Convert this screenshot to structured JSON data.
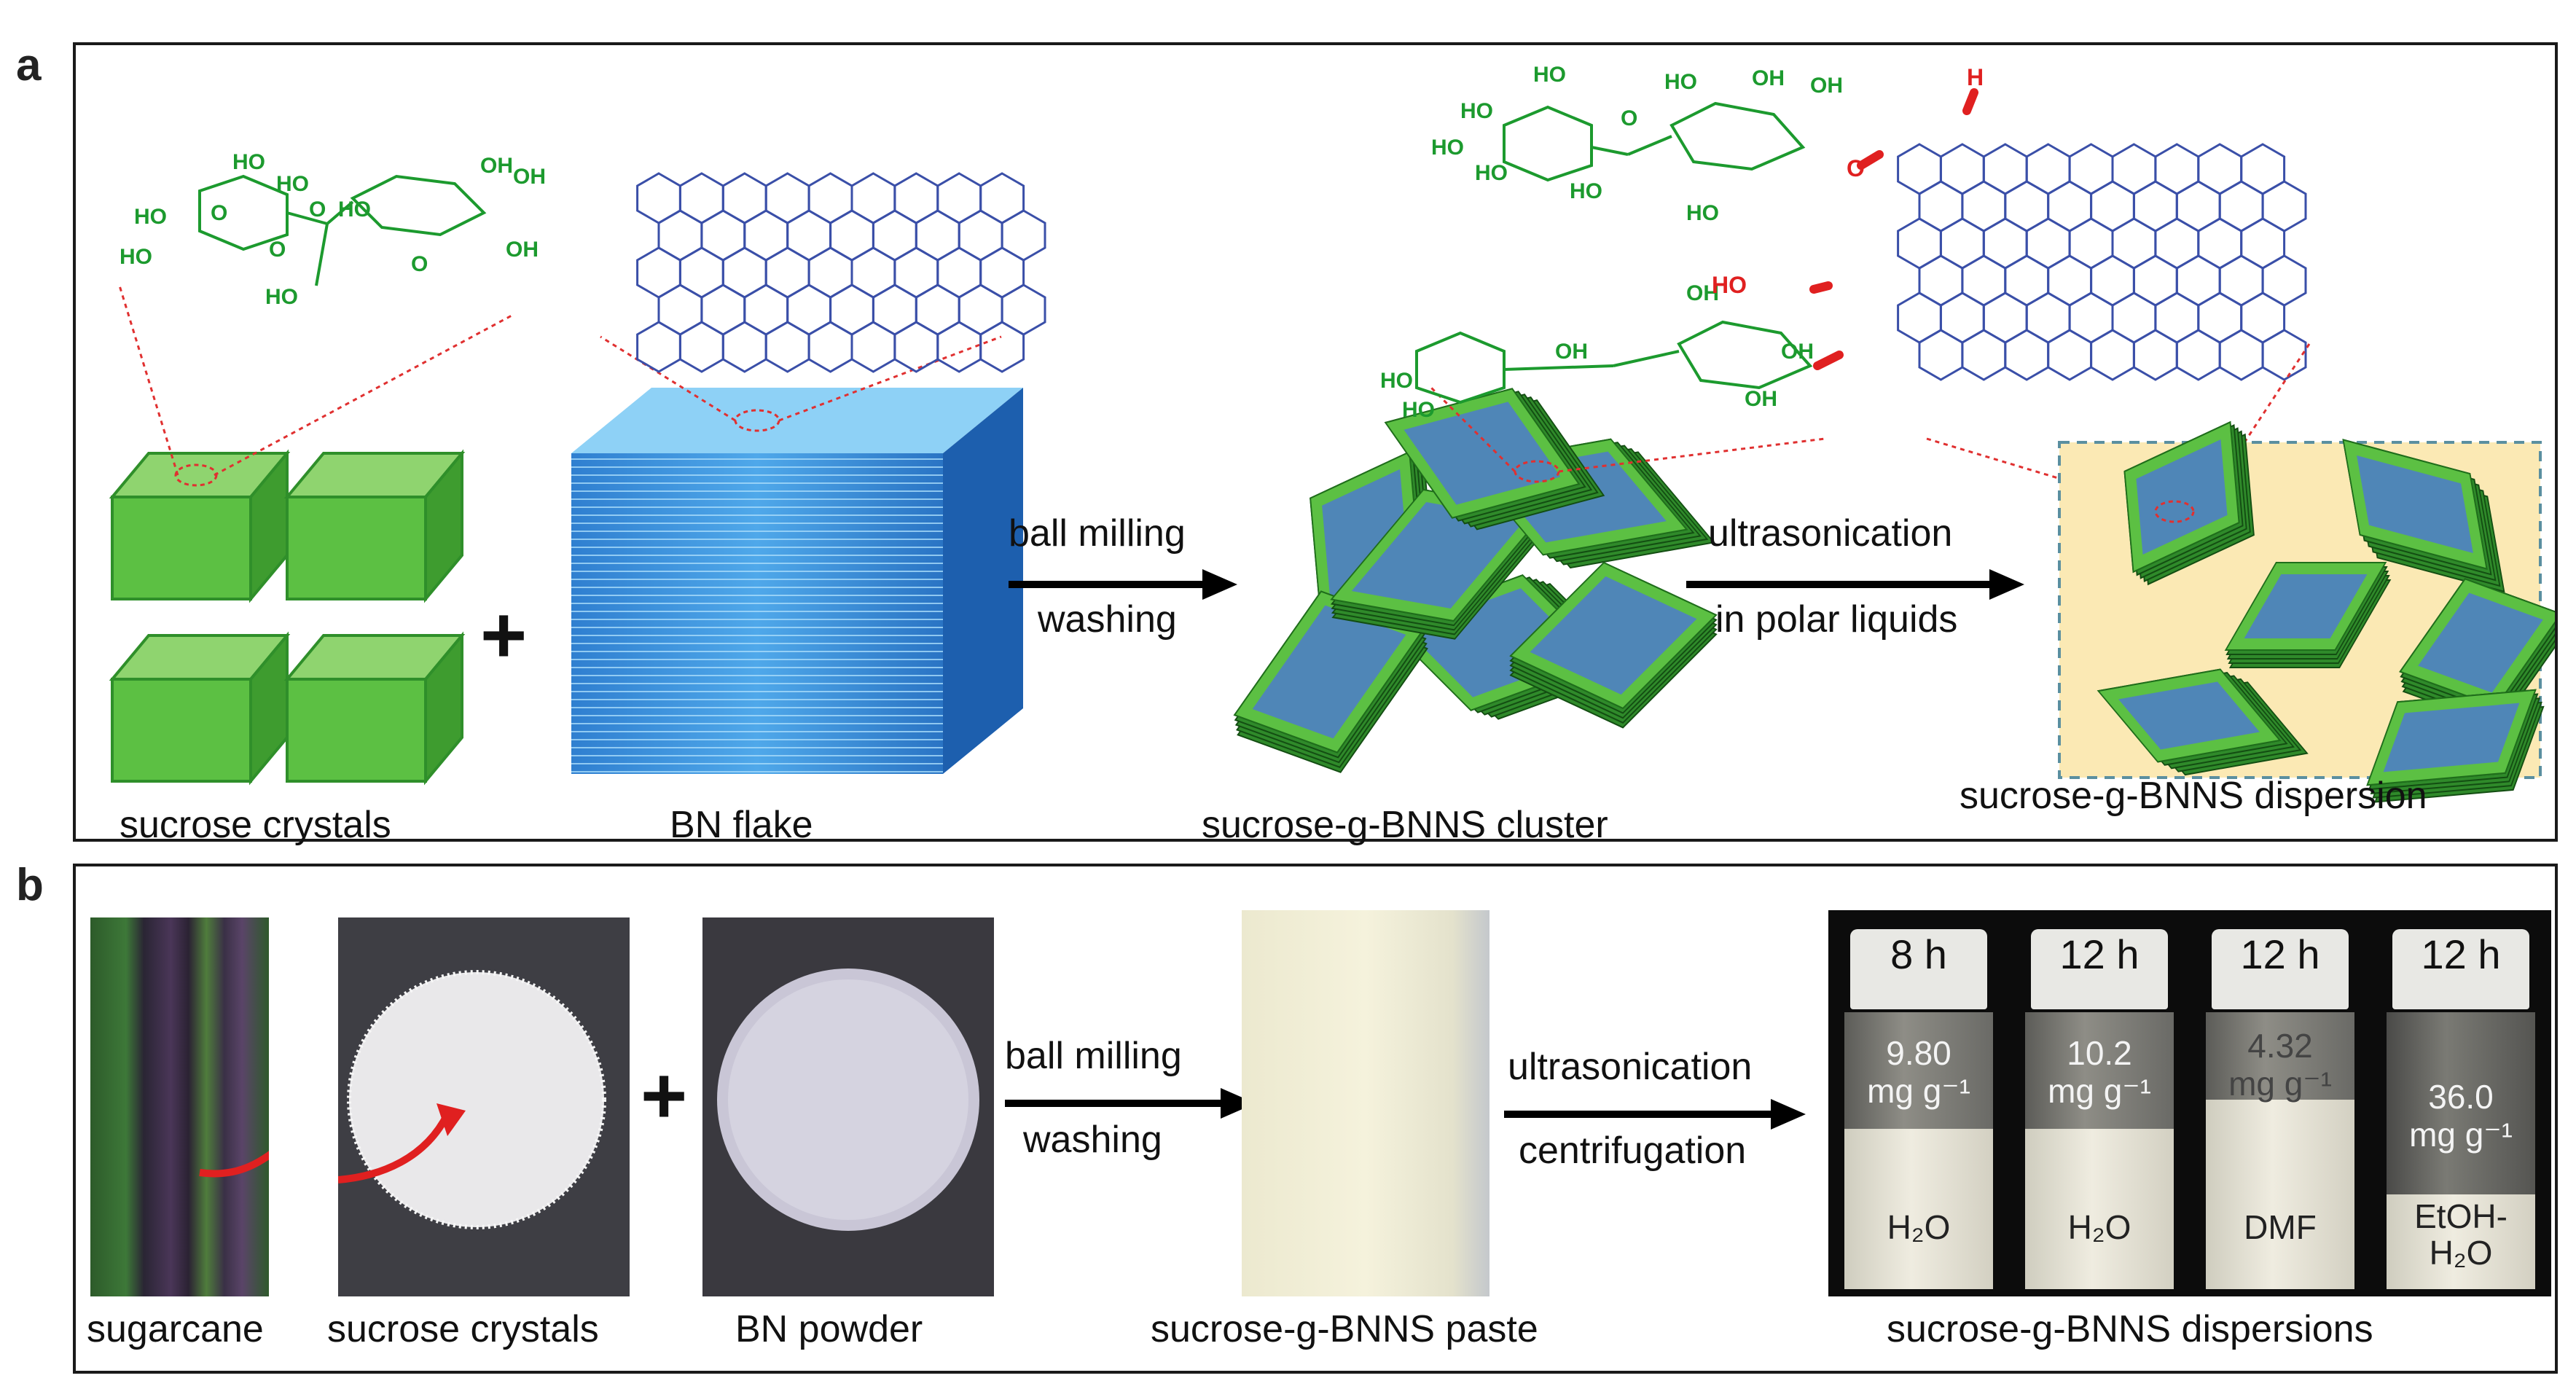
{
  "panel_a": {
    "label": "a",
    "captions": {
      "sucrose_crystals": "sucrose crystals",
      "bn_flake": "BN flake",
      "cluster": "sucrose-g-BNNS cluster",
      "dispersion": "sucrose-g-BNNS dispersion"
    },
    "step1": {
      "line1": "ball milling",
      "line2": "washing"
    },
    "step2": {
      "line1": "ultrasonication",
      "line2": "in polar liquids"
    },
    "plus": "+",
    "colors": {
      "sucrose_green": "#5cc043",
      "bn_blue": "#3b8fd6",
      "sheet_fill": "#4f86b7",
      "dispersion_bg": "#fbe9b4",
      "bond_red": "#e02020",
      "molecule_green": "#1c9a2e",
      "lattice_blue": "#3a4fa8"
    }
  },
  "panel_b": {
    "label": "b",
    "captions": {
      "sugarcane": "sugarcane",
      "sucrose_crystals": "sucrose crystals",
      "bn_powder": "BN powder",
      "paste": "sucrose-g-BNNS paste",
      "dispersions": "sucrose-g-BNNS dispersions"
    },
    "plus": "+",
    "step1": {
      "line1": "ball milling",
      "line2": "washing"
    },
    "step2": {
      "line1": "ultrasonication",
      "line2": "centrifugation"
    },
    "vials": [
      {
        "time": "8 h",
        "conc1": "9.80",
        "conc2": "mg g⁻¹",
        "solvent1": "H₂O",
        "solvent2": ""
      },
      {
        "time": "12 h",
        "conc1": "10.2",
        "conc2": "mg g⁻¹",
        "solvent1": "H₂O",
        "solvent2": ""
      },
      {
        "time": "12 h",
        "conc1": "4.32",
        "conc2": "mg g⁻¹",
        "solvent1": "DMF",
        "solvent2": ""
      },
      {
        "time": "12 h",
        "conc1": "36.0",
        "conc2": "mg g⁻¹",
        "solvent1": "EtOH-",
        "solvent2": "H₂O"
      }
    ]
  }
}
